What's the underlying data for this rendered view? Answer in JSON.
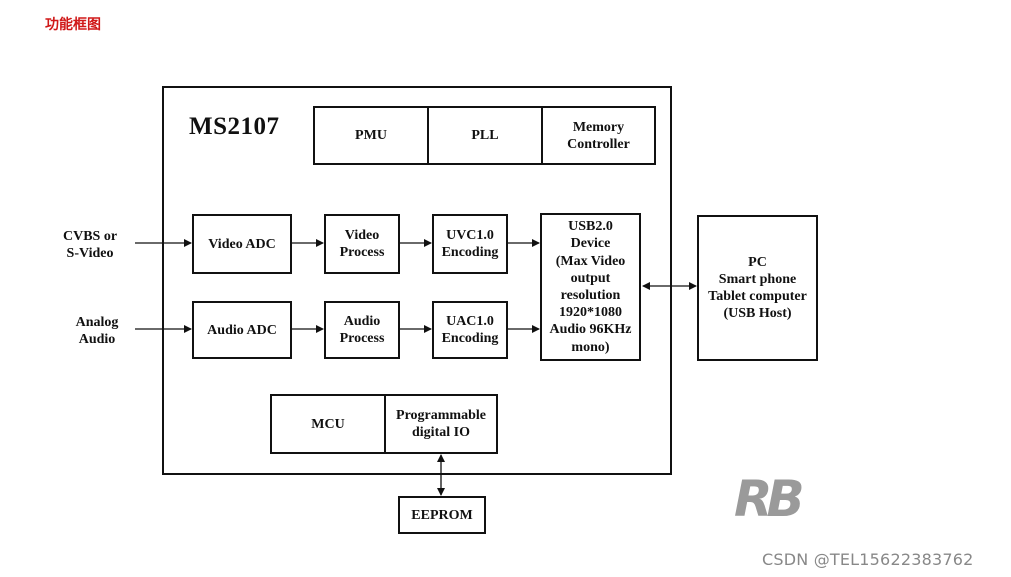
{
  "page": {
    "title": "功能框图"
  },
  "diagram": {
    "chip_name": "MS2107",
    "blocks": {
      "pmu": "PMU",
      "pll": "PLL",
      "memory_controller": "Memory\nController",
      "video_adc": "Video ADC",
      "video_process": "Video\nProcess",
      "uvc_encoding": "UVC1.0\nEncoding",
      "usb_device": "USB2.0\nDevice\n(Max Video\noutput\nresolution\n1920*1080\nAudio 96KHz\nmono)",
      "audio_adc": "Audio ADC",
      "audio_process": "Audio\nProcess",
      "uac_encoding": "UAC1.0\nEncoding",
      "mcu": "MCU",
      "programmable_io": "Programmable\ndigital IO",
      "eeprom": "EEPROM",
      "host": "PC\nSmart phone\nTablet computer\n(USB Host)"
    },
    "inputs": {
      "video": "CVBS or\nS-Video",
      "audio": "Analog\nAudio"
    }
  },
  "watermark": {
    "text": "RB"
  },
  "footer": {
    "credit": "CSDN @TEL15622383762"
  }
}
